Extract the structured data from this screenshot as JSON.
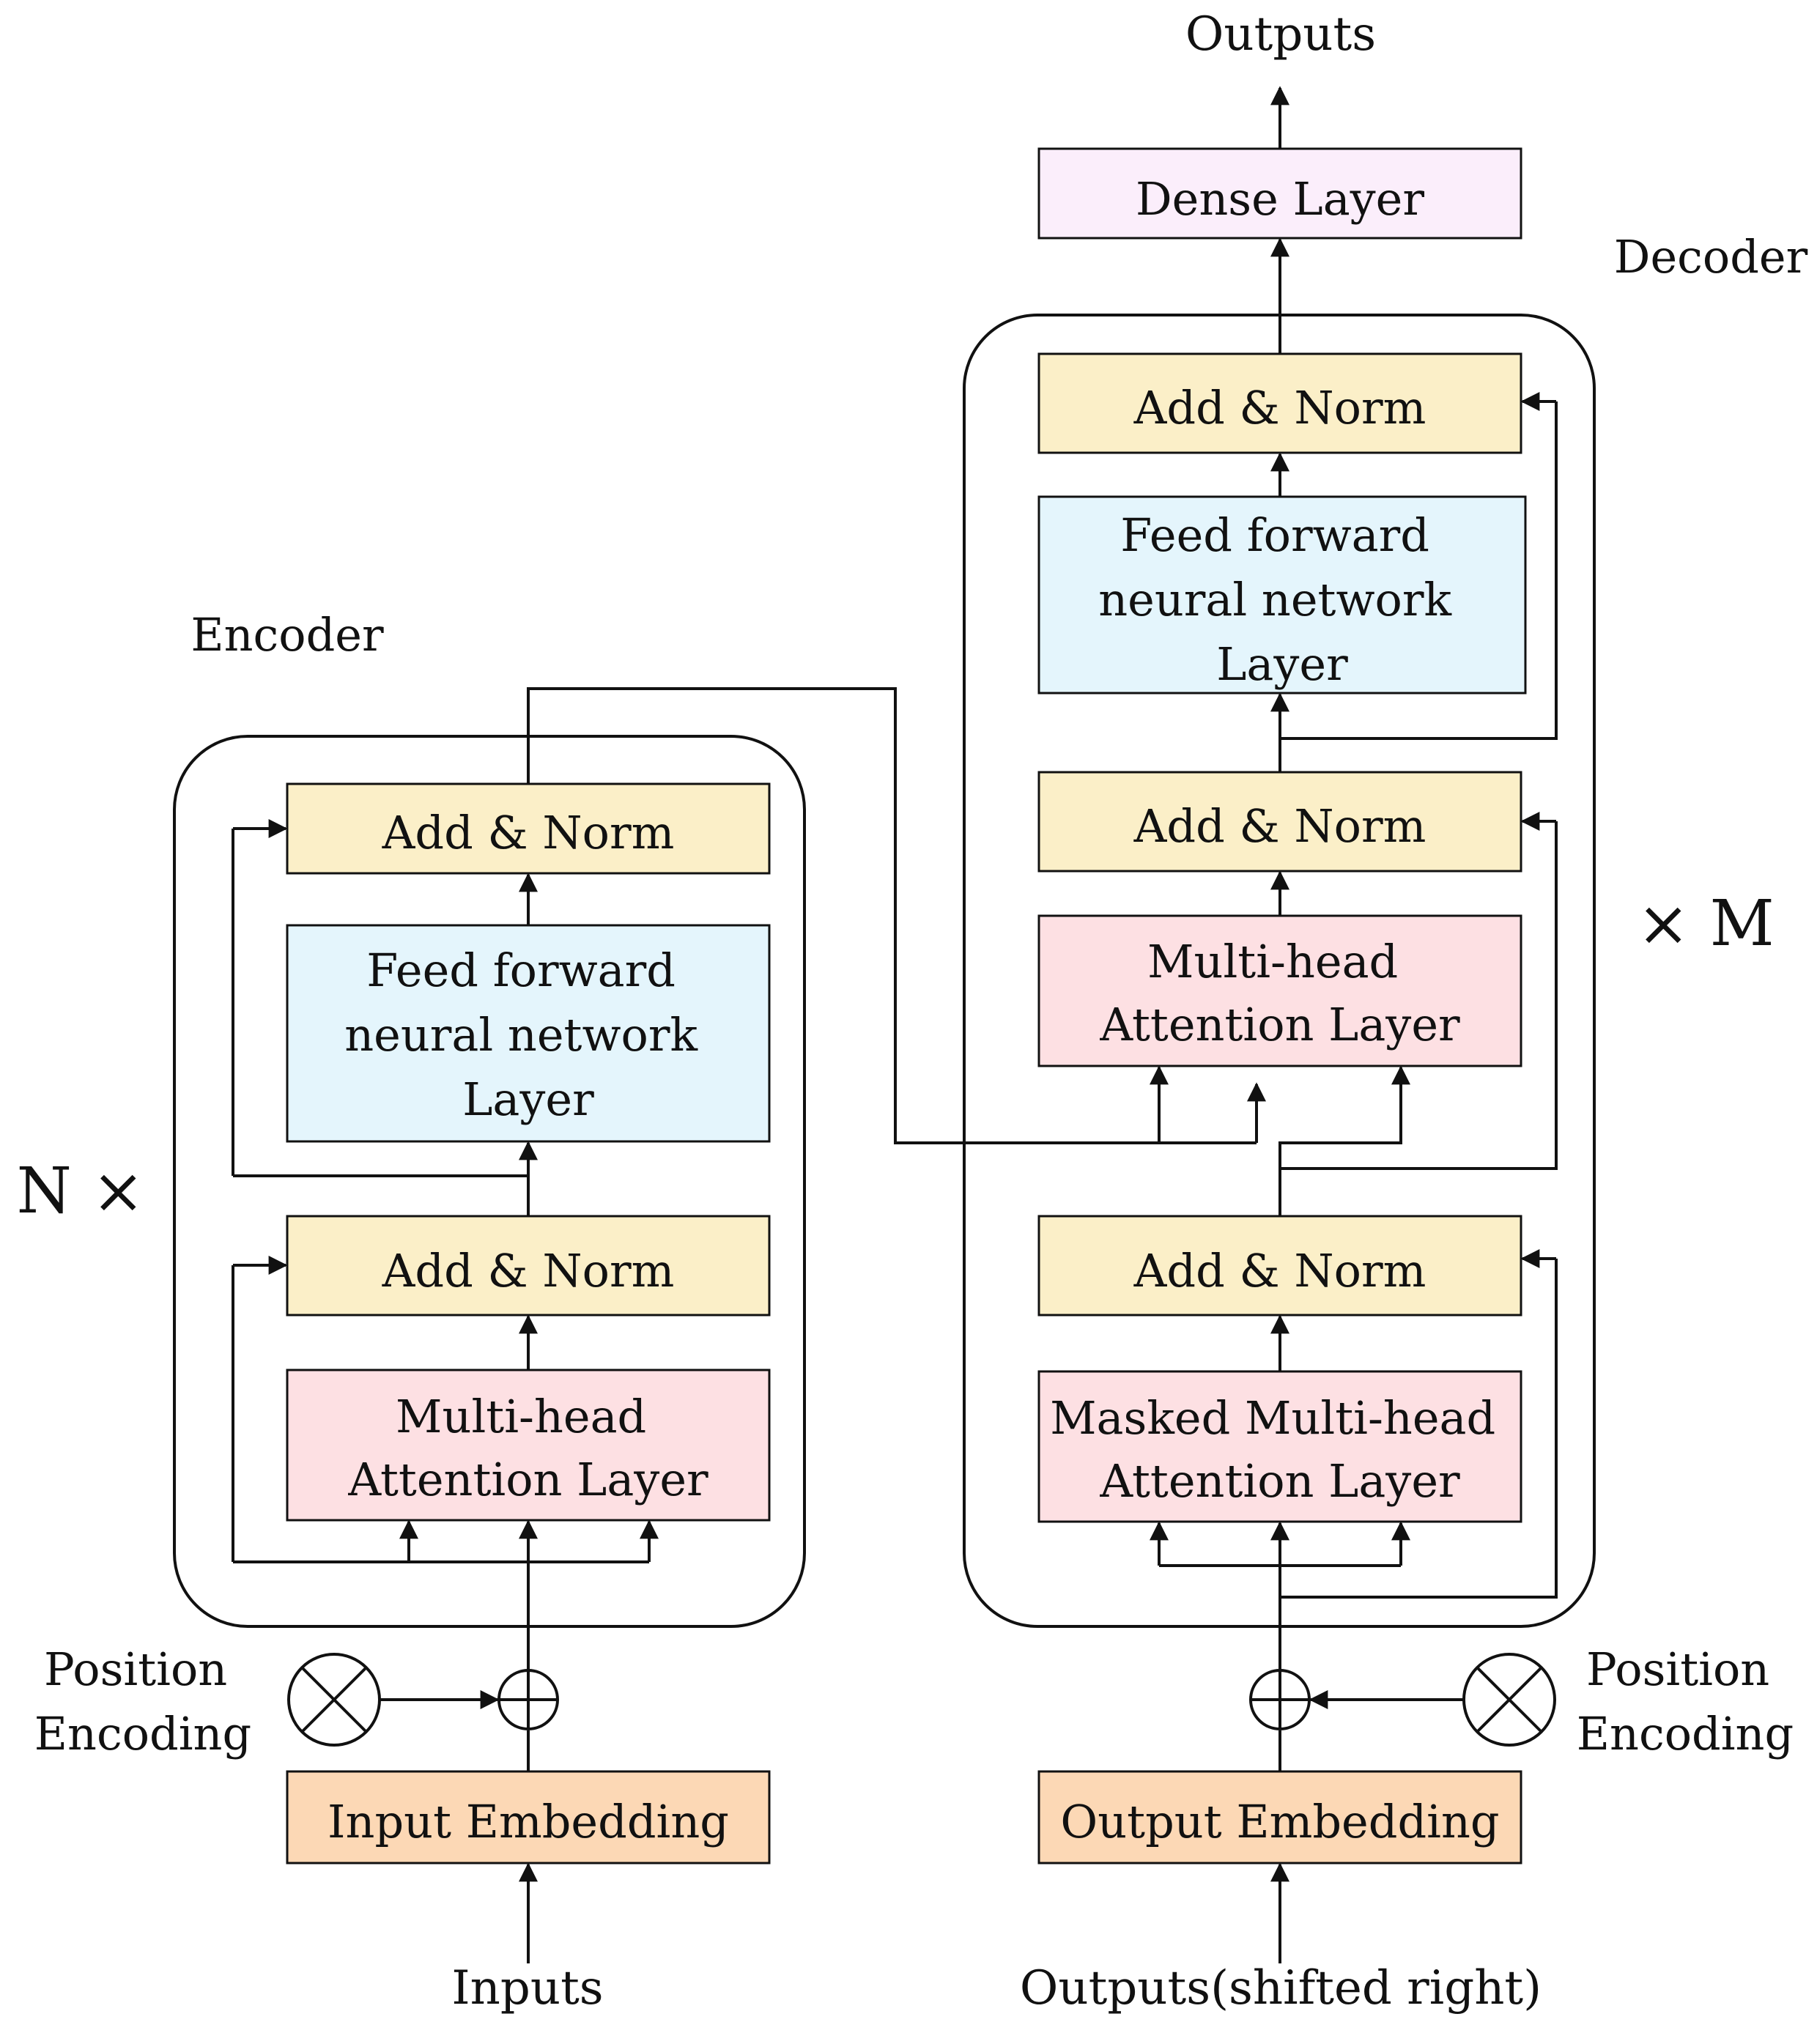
{
  "colors": {
    "add_norm": "#fbefc8",
    "feed_forward": "#e4f5fc",
    "attention": "#fde0e3",
    "embedding": "#fcd8b5",
    "dense": "#fbeefb",
    "stroke": "#111111"
  },
  "labels": {
    "outputs_top": "Outputs",
    "decoder": "Decoder",
    "encoder": "Encoder",
    "n_times": "N ×",
    "times_m": "× M",
    "inputs": "Inputs",
    "outputs_shifted": "Outputs(shifted right)",
    "enc_position": [
      "Position",
      "Encoding"
    ],
    "dec_position": [
      "Position",
      "Encoding"
    ]
  },
  "blocks": {
    "dense": "Dense Layer",
    "dec_add_norm_top": "Add & Norm",
    "dec_feed_forward": [
      "Feed forward",
      "neural network",
      "Layer"
    ],
    "dec_add_norm_mid": "Add & Norm",
    "dec_attention": [
      "Multi-head",
      "Attention Layer"
    ],
    "dec_add_norm_bottom": "Add & Norm",
    "dec_masked_attention": [
      "Masked Multi-head",
      "Attention Layer"
    ],
    "output_embedding": "Output Embedding",
    "enc_add_norm_top": "Add & Norm",
    "enc_feed_forward": [
      "Feed forward",
      "neural network",
      "Layer"
    ],
    "enc_add_norm_bottom": "Add & Norm",
    "enc_attention": [
      "Multi-head",
      "Attention Layer"
    ],
    "input_embedding": "Input Embedding"
  }
}
